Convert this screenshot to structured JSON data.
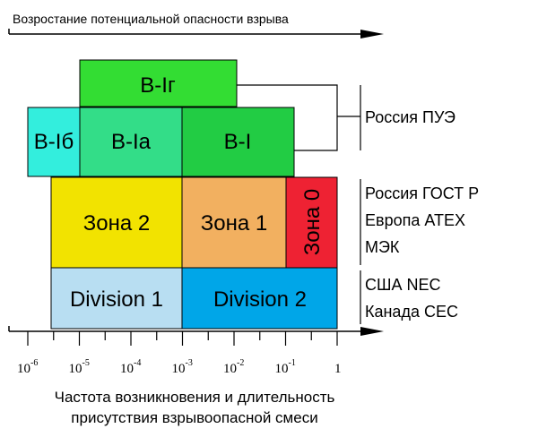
{
  "top_caption": "Возростание потенциальной опасности взрыва",
  "bottom_caption": {
    "line1": "Частота возникновения и длительность",
    "line2": "присутствия взрывоопасной смеси"
  },
  "zones": {
    "v_ig": {
      "label": "В-Iг",
      "color": "#33dd33"
    },
    "v_ib": {
      "label": "В-Iб",
      "color": "#33eedd"
    },
    "v_ia": {
      "label": "В-Ia",
      "color": "#33dd88"
    },
    "v_i": {
      "label": "В-I",
      "color": "#22cc44"
    },
    "zona2": {
      "label": "Зона 2",
      "color": "#f2e300"
    },
    "zona1": {
      "label": "Зона 1",
      "color": "#f2b060"
    },
    "zona0": {
      "label": "Зона 0",
      "color": "#ee2233"
    },
    "division1": {
      "label": "Division 1",
      "color": "#b8def2"
    },
    "division2": {
      "label": "Division 2",
      "color": "#00a6e8"
    }
  },
  "groups": {
    "russia_pue": {
      "line1": "Россия ПУЭ"
    },
    "gost_atex_mek": {
      "line1": "Россия ГОСТ Р",
      "line2": "Европа ATEX",
      "line3": "МЭК"
    },
    "nec_cec": {
      "line1": "США NEC",
      "line2": "Канада CEC"
    }
  },
  "axis": {
    "ticks": [
      {
        "base": "10",
        "exp": "-6"
      },
      {
        "base": "10",
        "exp": "-5"
      },
      {
        "base": "10",
        "exp": "-4"
      },
      {
        "base": "10",
        "exp": "-3"
      },
      {
        "base": "10",
        "exp": "-2"
      },
      {
        "base": "10",
        "exp": "-1"
      },
      {
        "base": "1",
        "exp": ""
      }
    ]
  }
}
